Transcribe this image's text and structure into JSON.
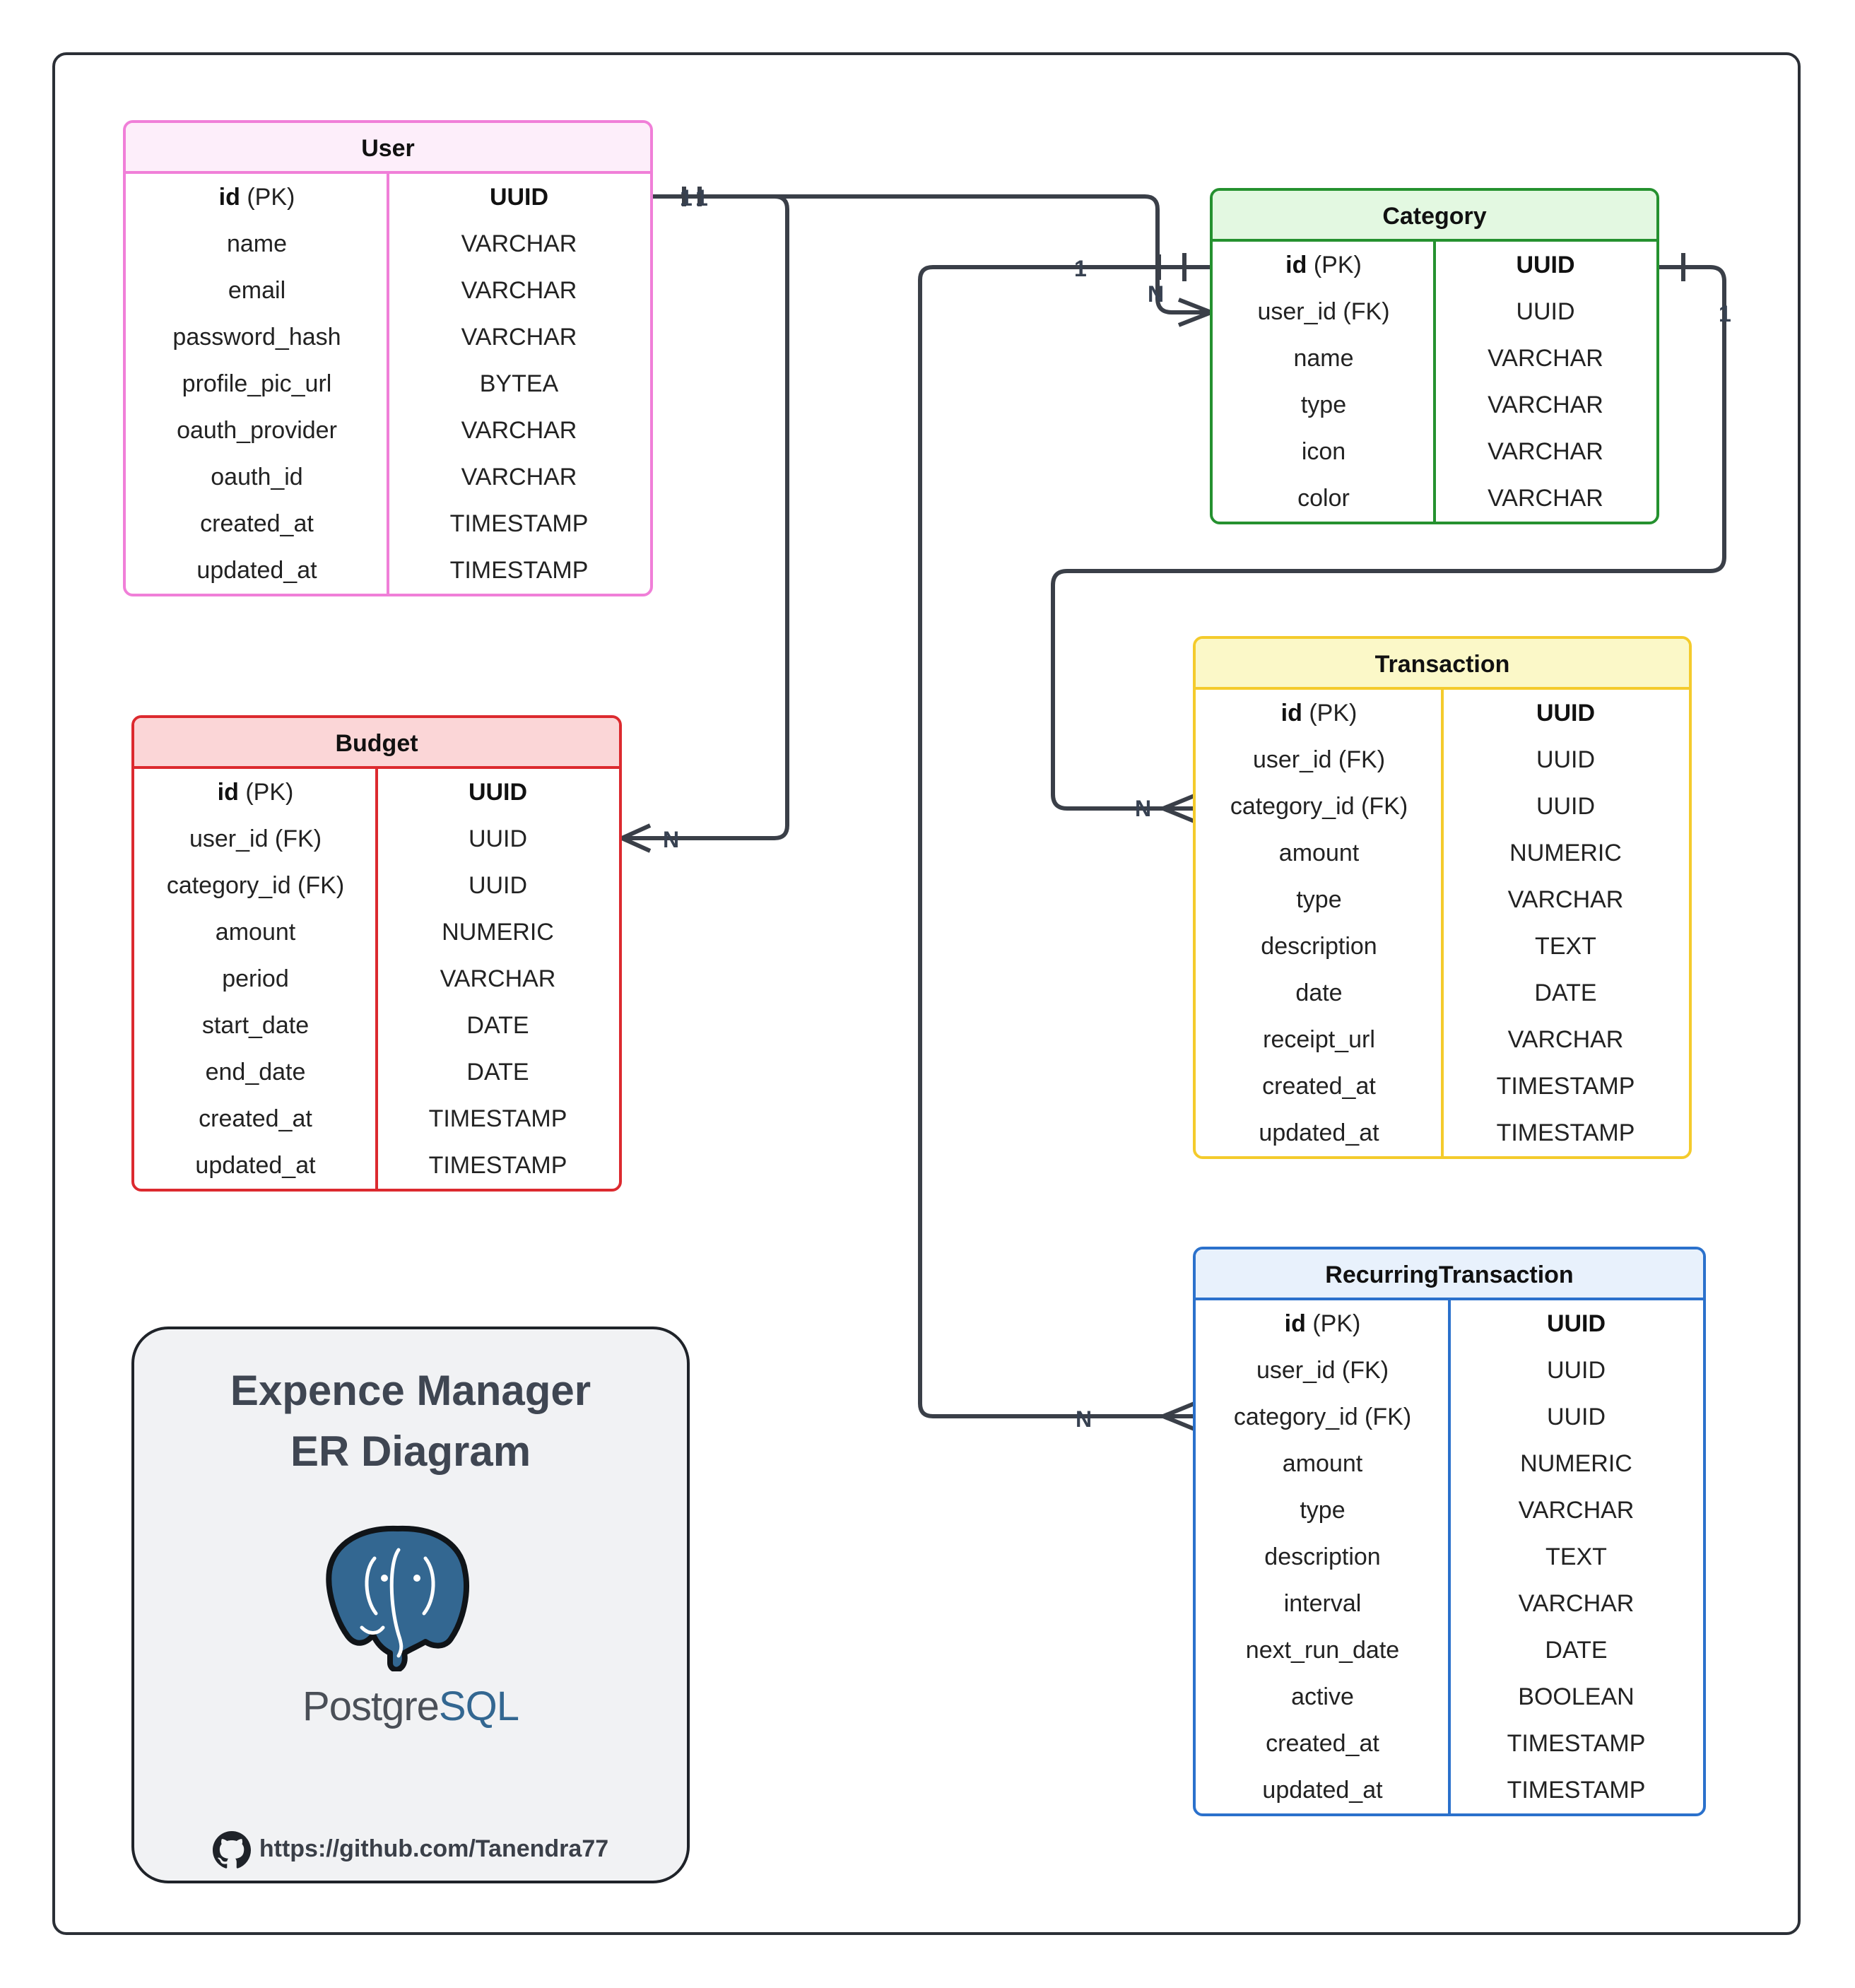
{
  "diagram": {
    "entities": {
      "user": {
        "title": "User",
        "rows": [
          {
            "field": "id",
            "suffix": " (PK)",
            "type": "UUID",
            "pk": true
          },
          {
            "field": "name",
            "type": "VARCHAR"
          },
          {
            "field": "email",
            "type": "VARCHAR"
          },
          {
            "field": "password_hash",
            "type": "VARCHAR"
          },
          {
            "field": "profile_pic_url",
            "type": "BYTEA"
          },
          {
            "field": "oauth_provider",
            "type": "VARCHAR"
          },
          {
            "field": "oauth_id",
            "type": "VARCHAR"
          },
          {
            "field": "created_at",
            "type": "TIMESTAMP"
          },
          {
            "field": "updated_at",
            "type": "TIMESTAMP"
          }
        ]
      },
      "category": {
        "title": "Category",
        "rows": [
          {
            "field": "id",
            "suffix": " (PK)",
            "type": "UUID",
            "pk": true
          },
          {
            "field": "user_id (FK)",
            "type": "UUID"
          },
          {
            "field": "name",
            "type": "VARCHAR"
          },
          {
            "field": "type",
            "type": "VARCHAR"
          },
          {
            "field": "icon",
            "type": "VARCHAR"
          },
          {
            "field": "color",
            "type": "VARCHAR"
          }
        ]
      },
      "budget": {
        "title": "Budget",
        "rows": [
          {
            "field": "id",
            "suffix": " (PK)",
            "type": "UUID",
            "pk": true
          },
          {
            "field": "user_id (FK)",
            "type": "UUID"
          },
          {
            "field": "category_id (FK)",
            "type": "UUID"
          },
          {
            "field": "amount",
            "type": "NUMERIC"
          },
          {
            "field": "period",
            "type": "VARCHAR"
          },
          {
            "field": "start_date",
            "type": "DATE"
          },
          {
            "field": "end_date",
            "type": "DATE"
          },
          {
            "field": "created_at",
            "type": "TIMESTAMP"
          },
          {
            "field": "updated_at",
            "type": "TIMESTAMP"
          }
        ]
      },
      "transaction": {
        "title": "Transaction",
        "rows": [
          {
            "field": "id",
            "suffix": " (PK)",
            "type": "UUID",
            "pk": true
          },
          {
            "field": "user_id (FK)",
            "type": "UUID"
          },
          {
            "field": "category_id (FK)",
            "type": "UUID"
          },
          {
            "field": "amount",
            "type": "NUMERIC"
          },
          {
            "field": "type",
            "type": "VARCHAR"
          },
          {
            "field": "description",
            "type": "TEXT"
          },
          {
            "field": "date",
            "type": "DATE"
          },
          {
            "field": "receipt_url",
            "type": "VARCHAR"
          },
          {
            "field": "created_at",
            "type": "TIMESTAMP"
          },
          {
            "field": "updated_at",
            "type": "TIMESTAMP"
          }
        ]
      },
      "recurring": {
        "title": "RecurringTransaction",
        "rows": [
          {
            "field": "id",
            "suffix": " (PK)",
            "type": "UUID",
            "pk": true
          },
          {
            "field": "user_id (FK)",
            "type": "UUID"
          },
          {
            "field": "category_id (FK)",
            "type": "UUID"
          },
          {
            "field": "amount",
            "type": "NUMERIC"
          },
          {
            "field": "type",
            "type": "VARCHAR"
          },
          {
            "field": "description",
            "type": "TEXT"
          },
          {
            "field": "interval",
            "type": "VARCHAR"
          },
          {
            "field": "next_run_date",
            "type": "DATE"
          },
          {
            "field": "active",
            "type": "BOOLEAN"
          },
          {
            "field": "created_at",
            "type": "TIMESTAMP"
          },
          {
            "field": "updated_at",
            "type": "TIMESTAMP"
          }
        ]
      }
    },
    "relationships": [
      {
        "from": "User",
        "to": "Budget",
        "from_card": "1",
        "to_card": "N"
      },
      {
        "from": "User",
        "to": "Category",
        "from_card": "1",
        "to_card": "N"
      },
      {
        "from": "Category",
        "to": "Transaction",
        "from_card": "1",
        "to_card": "N"
      },
      {
        "from": "Category",
        "to": "RecurringTransaction",
        "from_card": "1",
        "to_card": "N"
      }
    ],
    "colors": {
      "user": {
        "border": "#f07fd8",
        "header": "#fdeefa"
      },
      "category": {
        "border": "#25912f",
        "header": "#e3f8e1"
      },
      "budget": {
        "border": "#dc2a2f",
        "header": "#fbd6d7"
      },
      "transaction": {
        "border": "#f4cb2c",
        "header": "#fbf8c8"
      },
      "recurring": {
        "border": "#2b71cc",
        "header": "#e8f1fc"
      },
      "connector": "#3a3f48"
    }
  },
  "info": {
    "title_line1": "Expence Manager",
    "title_line2": "ER Diagram",
    "logo": "postgresql-elephant",
    "logo_text_1": "Postgre",
    "logo_text_2": "SQL",
    "github_icon": "github-icon",
    "github_url": "https://github.com/Tanendra77"
  }
}
